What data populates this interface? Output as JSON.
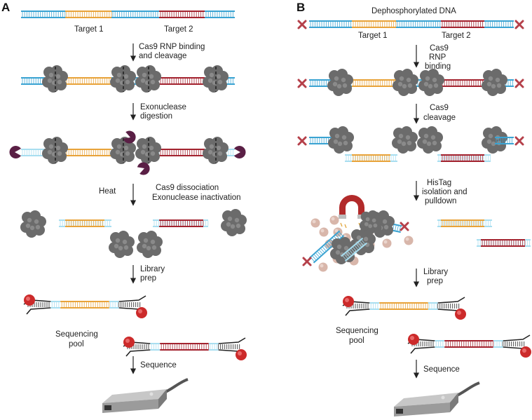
{
  "panels": {
    "a": "A",
    "b": "B"
  },
  "colors": {
    "blue": "#3aa3d2",
    "light_blue": "#a8def0",
    "target1": "#e8a33a",
    "target2": "#a3232f",
    "cas9": "#6b6b6b",
    "exonuclease": "#5a1f45",
    "dephospho_x": "#b5404a",
    "bead": "#d8b6aa",
    "magnet": "#b22a2a",
    "adapter": "#222222",
    "adapter_protein": "#cc2a2a",
    "sequencer": "#9b9b9b"
  },
  "icons": [
    "cas9-rnp-icon",
    "exonuclease-icon",
    "magnet-icon",
    "bead-icon",
    "sequencer-icon",
    "dephosphorylated-end-icon"
  ],
  "a": {
    "target1": "Target 1",
    "target2": "Target 2",
    "step1": [
      "Cas9 RNP binding",
      "and cleavage"
    ],
    "step2": [
      "Exonuclease",
      "digestion"
    ],
    "step3_left": "Heat",
    "step3": [
      "Cas9 dissociation",
      "Exonuclease inactivation"
    ],
    "step4": [
      "Library",
      "prep"
    ],
    "pool": [
      "Sequencing",
      "pool"
    ],
    "step5": "Sequence"
  },
  "b": {
    "title": "Dephosphorylated DNA",
    "target1": "Target 1",
    "target2": "Target 2",
    "step1": [
      "Cas9",
      "RNP",
      "binding"
    ],
    "step2": [
      "Cas9",
      "cleavage"
    ],
    "step3": [
      "HisTag",
      "isolation and",
      "pulldown"
    ],
    "step4": [
      "Library",
      "prep"
    ],
    "pool": [
      "Sequencing",
      "pool"
    ],
    "step5": "Sequence"
  }
}
